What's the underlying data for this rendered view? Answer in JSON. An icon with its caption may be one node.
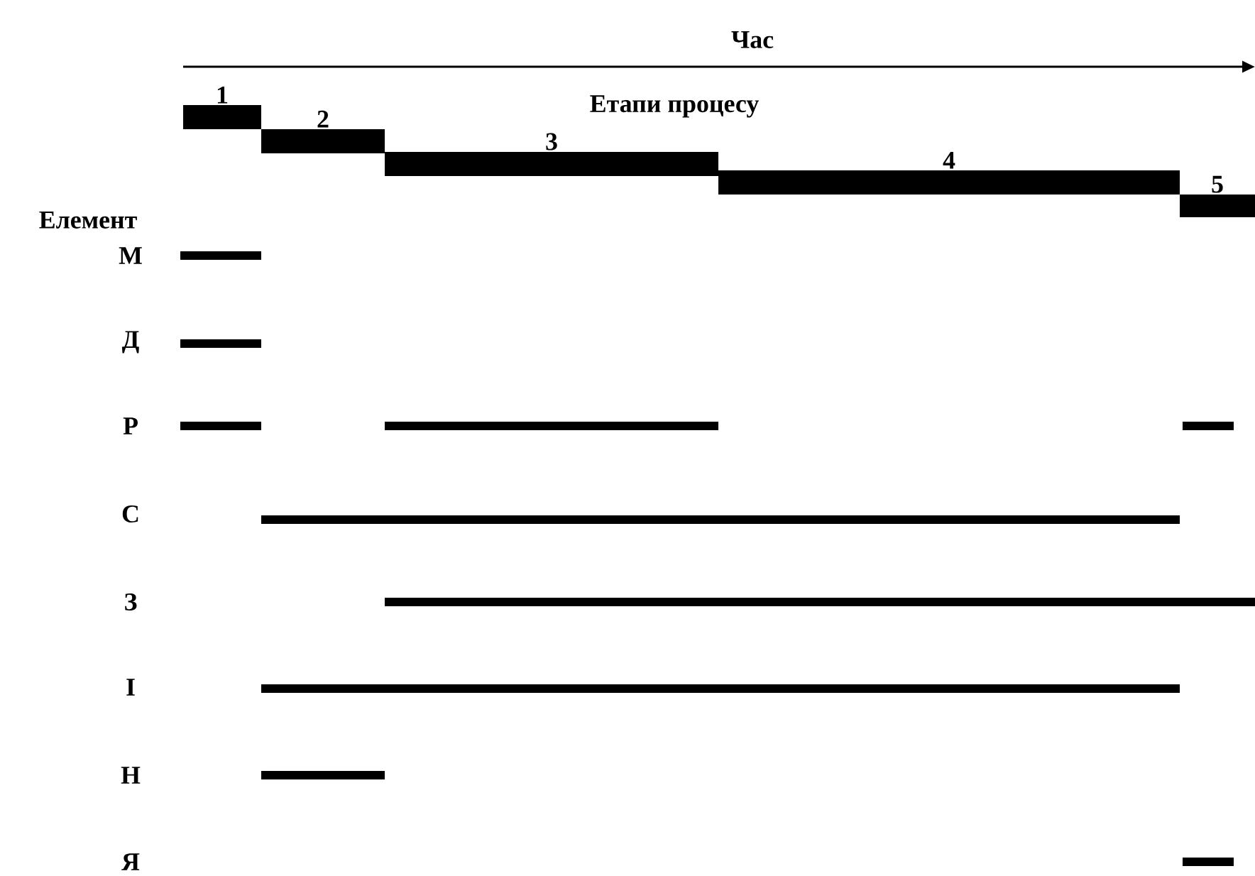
{
  "diagram": {
    "nodes": [
      {
        "text": [
          "1"
        ]
      },
      {
        "text": [
          "2"
        ]
      },
      {
        "text": [
          "3"
        ]
      },
      {
        "text": [
          "4"
        ]
      },
      {
        "text": [
          "5"
        ]
      },
      {
        "text": [],
        "shape": "bar"
      },
      {
        "text": [],
        "shape": "bar"
      },
      {
        "text": [],
        "shape": "bar"
      },
      {
        "text": [],
        "shape": "bar"
      },
      {
        "text": [],
        "shape": "bar"
      },
      {
        "text": [],
        "shape": "bar"
      },
      {
        "text": [],
        "shape": "bar"
      },
      {
        "text": [],
        "shape": "bar"
      },
      {
        "text": [],
        "shape": "bar"
      },
      {
        "text": [],
        "shape": "bar"
      }
    ],
    "labels": [
      "Час",
      "Етапи процесу",
      "Елемент",
      "М",
      "Д",
      "Р",
      "С",
      "З",
      "І",
      "Н",
      "Я"
    ]
  }
}
